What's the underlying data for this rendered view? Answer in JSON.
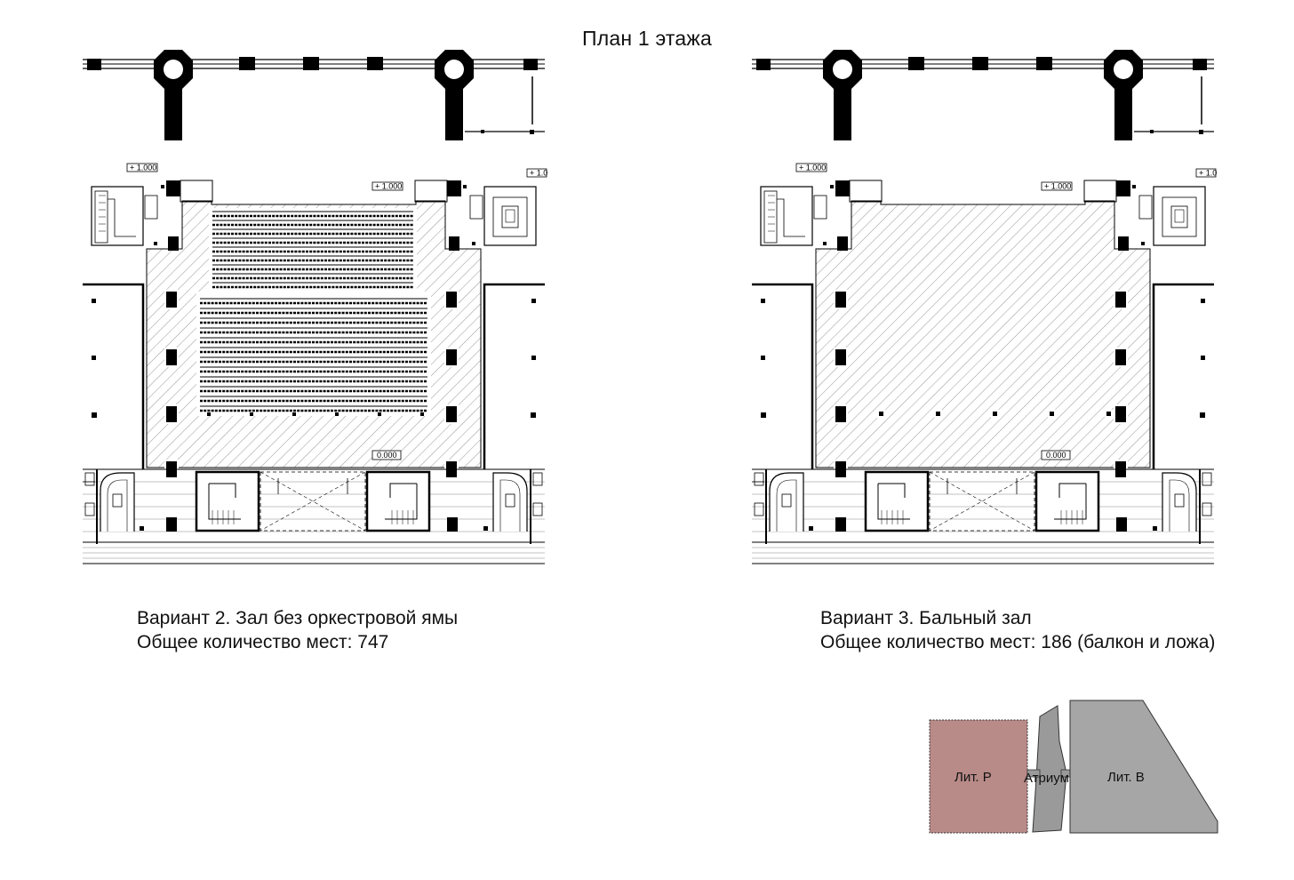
{
  "title": "План 1 этажа",
  "plans": [
    {
      "variant": "Вариант 2. Зал без оркестровой ямы",
      "seats": "Общее количество мест: 747",
      "level_upper": "+ 1.000",
      "level_upper_right": "+ 1.000",
      "level_edge": "+ 1.0",
      "level_floor": "0.000",
      "seating_rows_upper": 9,
      "seating_rows_lower": 12
    },
    {
      "variant": "Вариант 3. Бальный зал",
      "seats": "Общее количество мест: 186 (балкон и ложа)",
      "level_upper": "+ 1.000",
      "level_upper_right": "+ 1.000",
      "level_edge": "+ 1.0",
      "level_floor": "0.000",
      "seating_rows_upper": 0,
      "seating_rows_lower": 0
    }
  ],
  "key_plan": {
    "blocks": [
      {
        "label": "Лит. Р",
        "color": "#b88a88"
      },
      {
        "label": "Атриум",
        "color": "#9a9a9a"
      },
      {
        "label": "Лит. В",
        "color": "#a6a6a6"
      }
    ]
  }
}
